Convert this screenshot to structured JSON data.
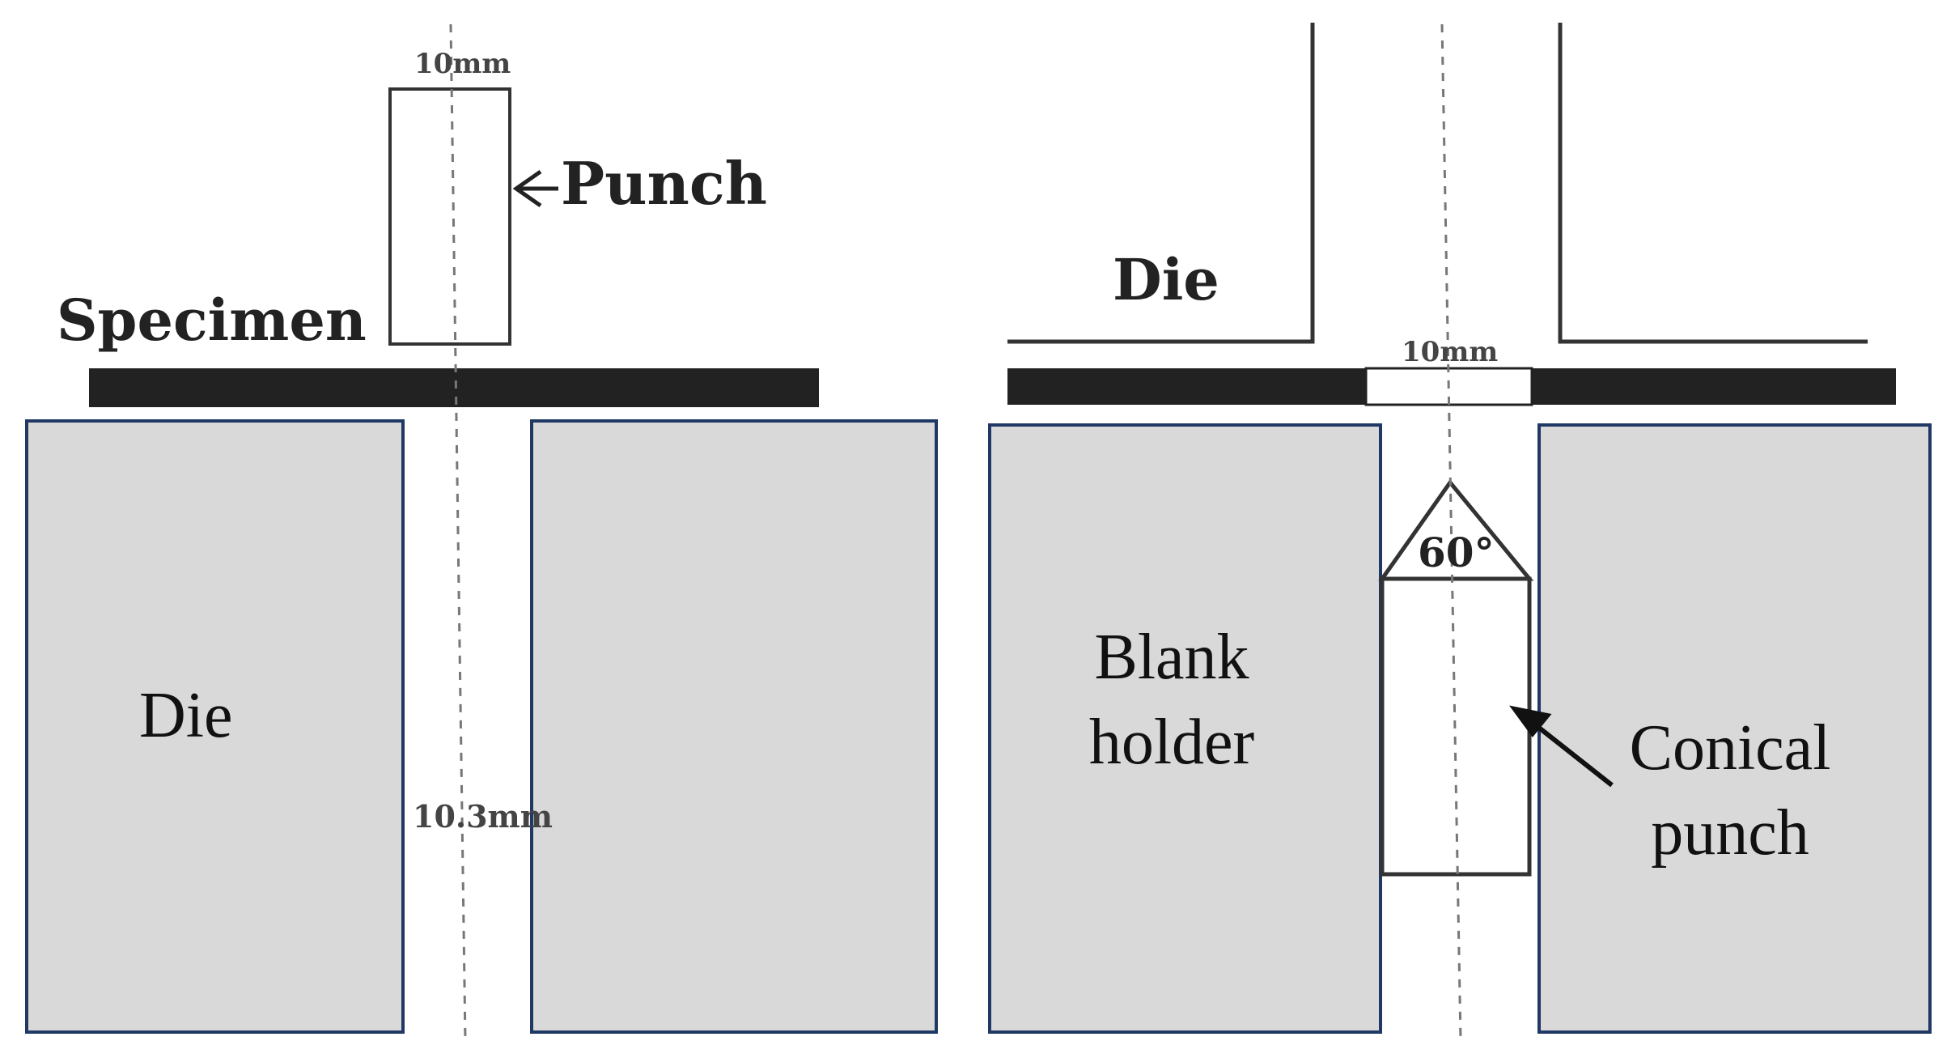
{
  "labels": {
    "left_punch_width": "10mm",
    "punch": "Punch",
    "specimen": "Specimen",
    "left_die": "Die",
    "left_gap": "10.3mm",
    "right_die": "Die",
    "right_hole_width": "10mm",
    "cone_angle": "60°",
    "blank_holder_line1": "Blank",
    "blank_holder_line2": "holder",
    "conical_punch_line1": "Conical",
    "conical_punch_line2": "punch"
  },
  "colors": {
    "block_fill": "#d9d9d9",
    "block_stroke": "#1f3864",
    "specimen_fill": "#222222",
    "line": "#333333",
    "dashed": "#777777"
  }
}
